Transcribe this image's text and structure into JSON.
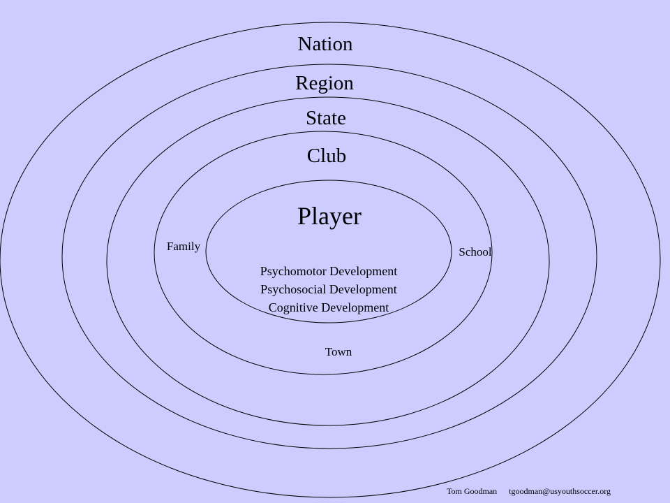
{
  "background_color": "#ccccff",
  "line_color": "#000000",
  "rings": [
    {
      "label": "Nation"
    },
    {
      "label": "Region"
    },
    {
      "label": "State"
    },
    {
      "label": "Club"
    }
  ],
  "center": {
    "title": "Player",
    "developments": [
      "Psychomotor Development",
      "Psychosocial Development",
      "Cognitive Development"
    ]
  },
  "club_ring_labels": {
    "left": "Family",
    "right": "School",
    "bottom": "Town"
  },
  "footer": {
    "author": "Tom Goodman",
    "email": "tgoodman@usyouthsoccer.org"
  }
}
